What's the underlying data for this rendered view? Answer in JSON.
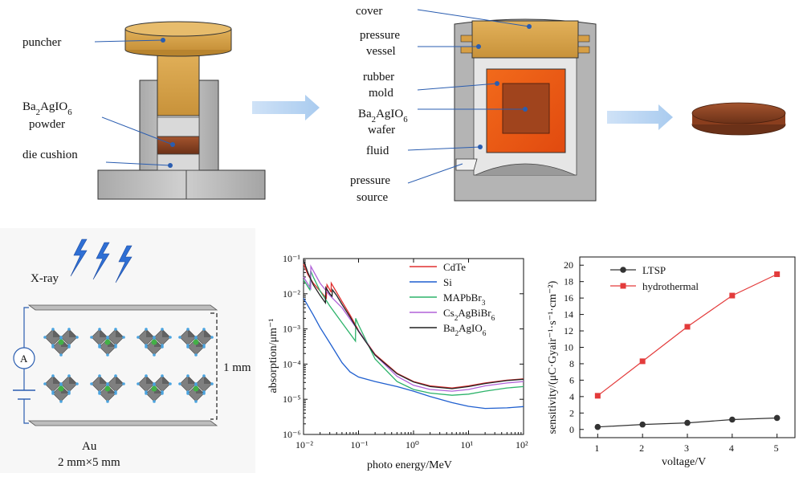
{
  "top": {
    "press": {
      "puncher": "puncher",
      "powder_formula": "Ba2AgIO6",
      "powder_word": "powder",
      "die_cushion": "die cushion"
    },
    "vessel": {
      "cover": "cover",
      "pressure_l1": "pressure",
      "vessel_l2": "vessel",
      "rubber_l1": "rubber",
      "mold_l2": "mold",
      "wafer_formula": "Ba2AgIO6",
      "wafer_word": "wafer",
      "fluid": "fluid",
      "source_l1": "pressure",
      "source_l2": "source"
    }
  },
  "detector": {
    "xray": "X-ray",
    "ammeter": "A",
    "thickness": "1 mm",
    "electrode": "Au",
    "size": "2 mm×5 mm"
  },
  "colors": {
    "cdte": "#e03030",
    "si": "#1f5fcf",
    "mapbbr3": "#2db36a",
    "cs2agbibr6": "#b062d8",
    "ba2agio6": "#222222",
    "ltsp": "#333333",
    "hydrothermal": "#e33b3b",
    "xray_bolt": "#2f6fd4"
  },
  "chart_data": [
    {
      "type": "line",
      "xlabel": "photo energy/MeV",
      "ylabel": "absorption/μm⁻¹",
      "xscale": "log",
      "yscale": "log",
      "xlim": [
        0.01,
        100
      ],
      "ylim": [
        1e-06,
        0.1
      ],
      "xticks": [
        "10⁻²",
        "10⁻¹",
        "10⁰",
        "10¹",
        "10²"
      ],
      "yticks": [
        "10⁻¹",
        "10⁻²",
        "10⁻³",
        "10⁻⁴",
        "10⁻⁵",
        "10⁻⁶"
      ],
      "legend_position": "top-right",
      "series": [
        {
          "name": "CdTe",
          "points": [
            [
              0.01,
              0.07
            ],
            [
              0.012,
              0.035
            ],
            [
              0.015,
              0.02
            ],
            [
              0.02,
              0.012
            ],
            [
              0.026,
              0.0075
            ],
            [
              0.0267,
              0.018
            ],
            [
              0.03,
              0.013
            ],
            [
              0.0318,
              0.011
            ],
            [
              0.0319,
              0.02
            ],
            [
              0.04,
              0.011
            ],
            [
              0.05,
              0.006
            ],
            [
              0.07,
              0.0025
            ],
            [
              0.1,
              0.0009
            ],
            [
              0.2,
              0.00019
            ],
            [
              0.5,
              5.5e-05
            ],
            [
              1,
              3.2e-05
            ],
            [
              2,
              2.4e-05
            ],
            [
              5,
              2.1e-05
            ],
            [
              10,
              2.4e-05
            ],
            [
              20,
              2.9e-05
            ],
            [
              50,
              3.5e-05
            ],
            [
              100,
              3.8e-05
            ]
          ]
        },
        {
          "name": "Si",
          "points": [
            [
              0.01,
              0.0075
            ],
            [
              0.015,
              0.0025
            ],
            [
              0.02,
              0.0011
            ],
            [
              0.03,
              0.0004
            ],
            [
              0.05,
              0.00011
            ],
            [
              0.07,
              6e-05
            ],
            [
              0.1,
              4.3e-05
            ],
            [
              0.2,
              3.2e-05
            ],
            [
              0.5,
              2.3e-05
            ],
            [
              1,
              1.7e-05
            ],
            [
              2,
              1.2e-05
            ],
            [
              5,
              8e-06
            ],
            [
              10,
              6.3e-06
            ],
            [
              20,
              5.5e-06
            ],
            [
              50,
              5.7e-06
            ],
            [
              100,
              6.2e-06
            ]
          ]
        },
        {
          "name": "MAPbBr3",
          "points": [
            [
              0.01,
              0.025
            ],
            [
              0.012,
              0.016
            ],
            [
              0.013,
              0.013
            ],
            [
              0.0135,
              0.045
            ],
            [
              0.015,
              0.03
            ],
            [
              0.02,
              0.012
            ],
            [
              0.03,
              0.0045
            ],
            [
              0.05,
              0.0015
            ],
            [
              0.088,
              0.00045
            ],
            [
              0.0885,
              0.002
            ],
            [
              0.1,
              0.0013
            ],
            [
              0.2,
              0.00014
            ],
            [
              0.5,
              3.2e-05
            ],
            [
              1,
              1.9e-05
            ],
            [
              2,
              1.5e-05
            ],
            [
              5,
              1.3e-05
            ],
            [
              10,
              1.4e-05
            ],
            [
              20,
              1.7e-05
            ],
            [
              50,
              2.1e-05
            ],
            [
              100,
              2.3e-05
            ]
          ]
        },
        {
          "name": "Cs2AgBiBr6",
          "points": [
            [
              0.01,
              0.03
            ],
            [
              0.0135,
              0.014
            ],
            [
              0.0136,
              0.06
            ],
            [
              0.015,
              0.045
            ],
            [
              0.02,
              0.02
            ],
            [
              0.03,
              0.009
            ],
            [
              0.05,
              0.004
            ],
            [
              0.09,
              0.0011
            ],
            [
              0.1,
              0.0009
            ],
            [
              0.2,
              0.00018
            ],
            [
              0.5,
              4.5e-05
            ],
            [
              1,
              2.5e-05
            ],
            [
              2,
              1.9e-05
            ],
            [
              5,
              1.7e-05
            ],
            [
              10,
              1.9e-05
            ],
            [
              20,
              2.4e-05
            ],
            [
              50,
              2.9e-05
            ],
            [
              100,
              3.2e-05
            ]
          ]
        },
        {
          "name": "Ba2AgIO6",
          "points": [
            [
              0.01,
              0.09
            ],
            [
              0.012,
              0.04
            ],
            [
              0.015,
              0.018
            ],
            [
              0.02,
              0.009
            ],
            [
              0.025,
              0.0055
            ],
            [
              0.0255,
              0.015
            ],
            [
              0.03,
              0.01
            ],
            [
              0.033,
              0.0085
            ],
            [
              0.0335,
              0.013
            ],
            [
              0.04,
              0.009
            ],
            [
              0.05,
              0.005
            ],
            [
              0.07,
              0.0022
            ],
            [
              0.1,
              0.00085
            ],
            [
              0.2,
              0.00018
            ],
            [
              0.5,
              5.3e-05
            ],
            [
              1,
              3.1e-05
            ],
            [
              2,
              2.3e-05
            ],
            [
              5,
              2e-05
            ],
            [
              10,
              2.3e-05
            ],
            [
              20,
              2.8e-05
            ],
            [
              50,
              3.4e-05
            ],
            [
              100,
              3.7e-05
            ]
          ]
        }
      ]
    },
    {
      "type": "line",
      "xlabel": "voltage/V",
      "ylabel": "sensitivity/(μC·Gyair⁻¹·s⁻¹·cm⁻²)",
      "xlim": [
        0.6,
        5.4
      ],
      "ylim": [
        -1,
        21
      ],
      "xticks": [
        "1",
        "2",
        "3",
        "4",
        "5"
      ],
      "yticks": [
        "0",
        "2",
        "4",
        "6",
        "8",
        "10",
        "12",
        "14",
        "16",
        "18",
        "20"
      ],
      "legend_position": "top-left",
      "categories": [
        1,
        2,
        3,
        4,
        5
      ],
      "series": [
        {
          "name": "LTSP",
          "marker": "circle",
          "values": [
            0.3,
            0.6,
            0.8,
            1.2,
            1.4
          ]
        },
        {
          "name": "hydrothermal",
          "marker": "square",
          "values": [
            4.1,
            8.3,
            12.5,
            16.3,
            18.9
          ]
        }
      ]
    }
  ]
}
